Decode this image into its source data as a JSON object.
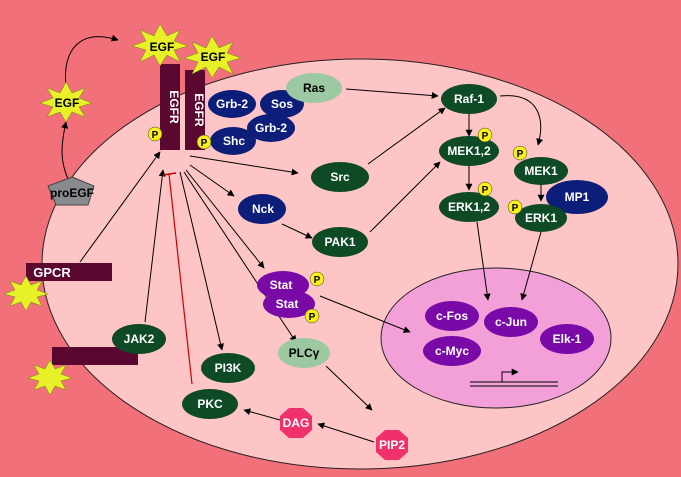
{
  "colors": {
    "background": "#f2707a",
    "cell": "#fdc5c6",
    "nucleus": "#f4a0d8",
    "navy_node": "#0c1d7a",
    "green_node": "#0e4a26",
    "purple_node": "#7a0aa8",
    "light_green_node": "#9cc9a2",
    "receptor": "#5a0830",
    "star": "#e8f028",
    "phospho": "#f8f018",
    "dag_pip2": "#f0306a",
    "inhibition_line": "#cc0000"
  },
  "labels": {
    "egf_top_left": "EGF",
    "egf_top_right": "EGF",
    "egf_side": "EGF",
    "egfr_left": "EGFR",
    "egfr_right": "EGFR",
    "proegf": "proEGF",
    "gpcr": "GPCR",
    "jak2": "JAK2",
    "grb2_a": "Grb-2",
    "sos": "Sos",
    "grb2_b": "Grb-2",
    "shc": "Shc",
    "ras": "Ras",
    "raf1": "Raf-1",
    "mek12": "MEK1,2",
    "erk12": "ERK1,2",
    "mek1": "MEK1",
    "mp1": "MP1",
    "erk1": "ERK1",
    "src": "Src",
    "nck": "Nck",
    "pak1": "PAK1",
    "stat_a": "Stat",
    "stat_b": "Stat",
    "pi3k": "PI3K",
    "plcg": "PLCγ",
    "pkc": "PKC",
    "dag": "DAG",
    "pip2": "PIP2",
    "cfos": "c-Fos",
    "cjun": "c-Jun",
    "cmyc": "c-Myc",
    "elk1": "Elk-1",
    "phospho": "P"
  }
}
